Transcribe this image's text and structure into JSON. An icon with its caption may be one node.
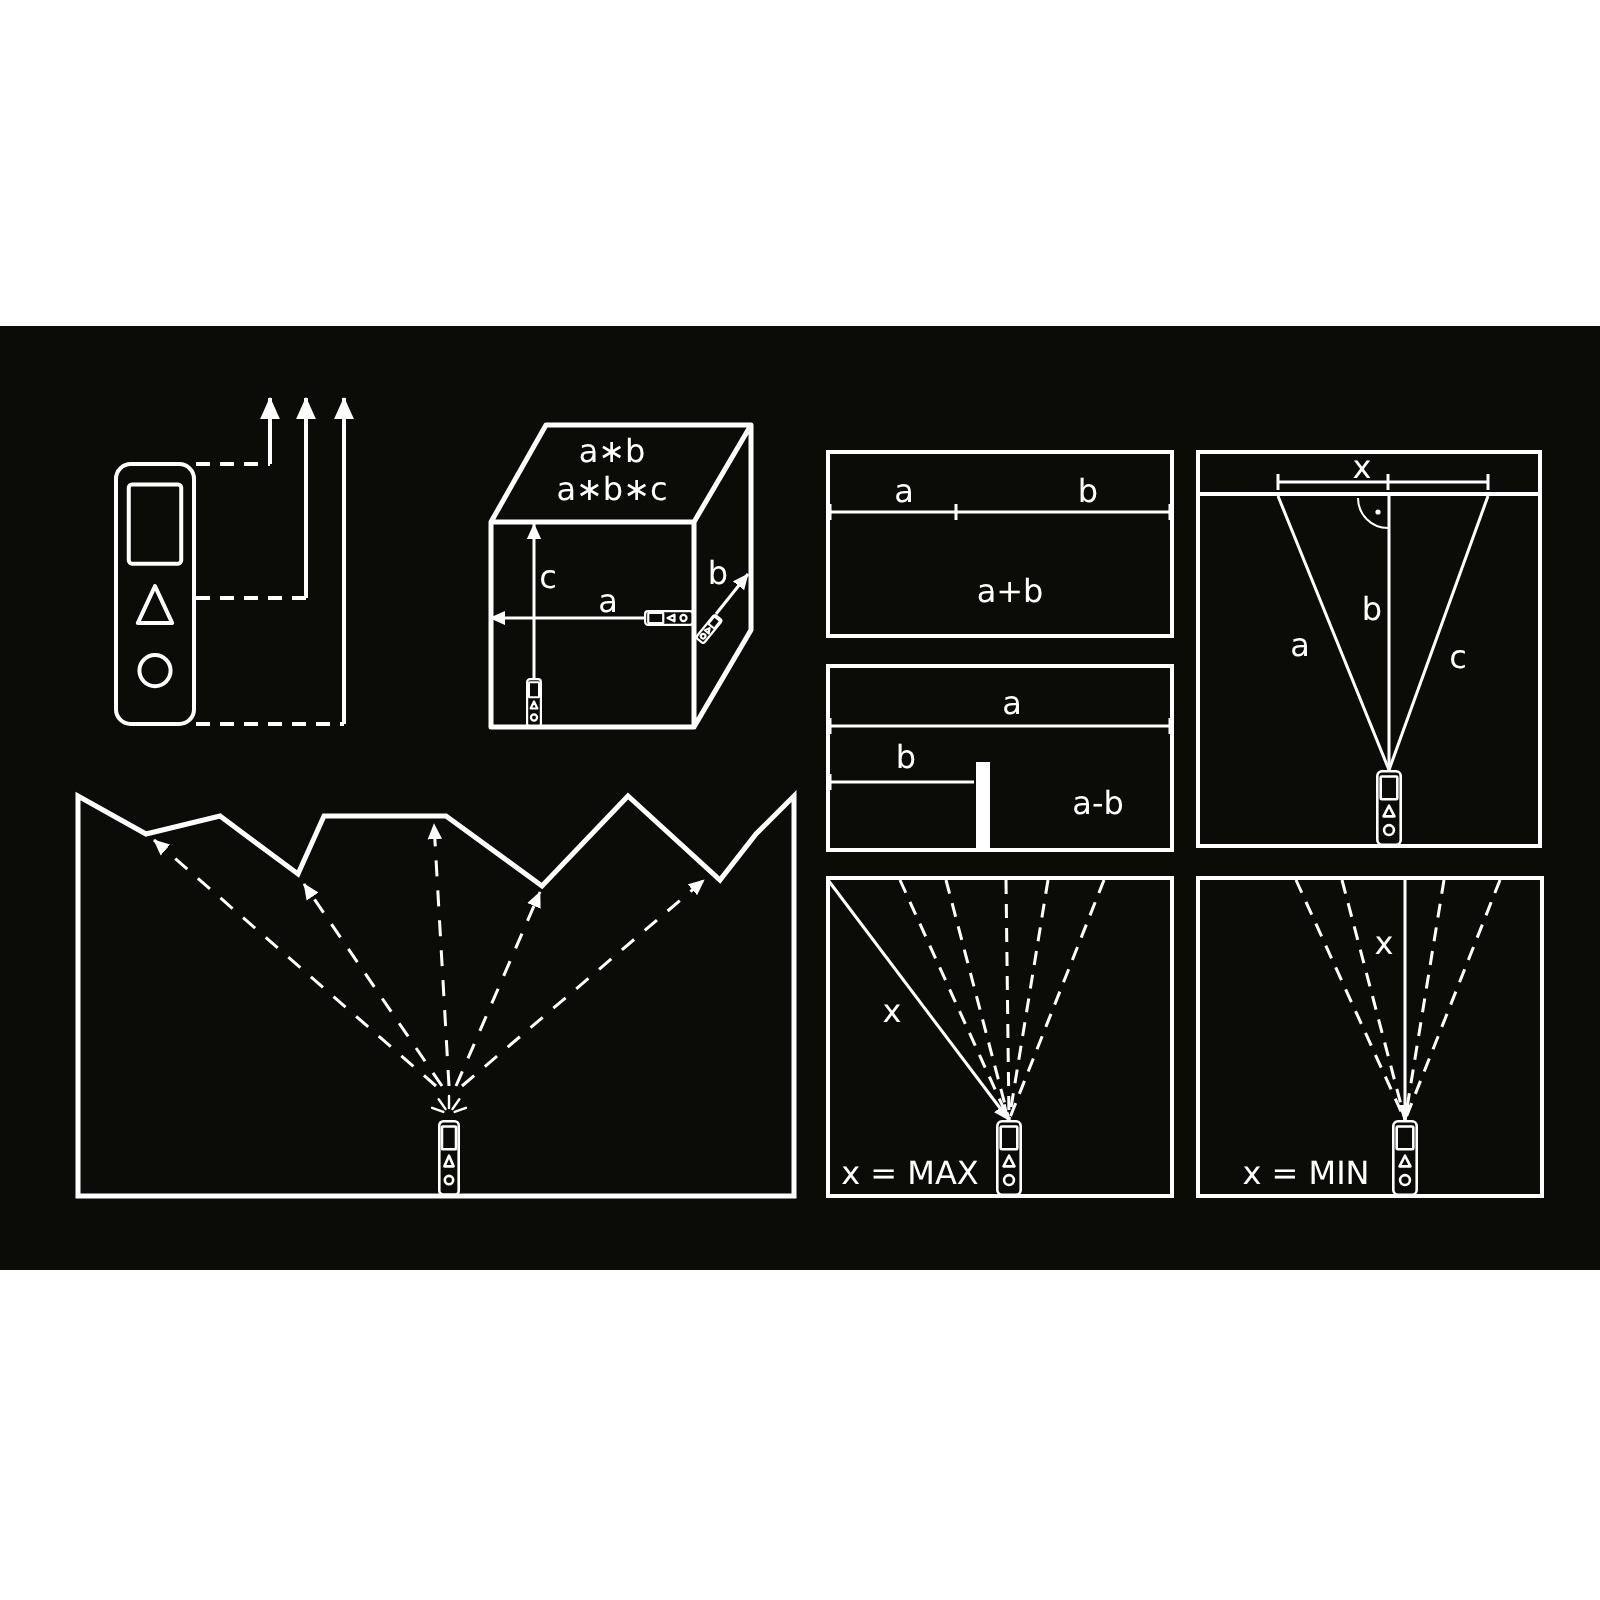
{
  "diagram": {
    "nodes": [
      {
        "text": [],
        "shape": "picture"
      },
      {
        "text": [
          "a∗b",
          "a∗b∗c"
        ]
      },
      {
        "text": [],
        "shape": "picture",
        "in": 1
      },
      {
        "text": [],
        "shape": "picture",
        "in": 1
      },
      {
        "text": [],
        "shape": "picture",
        "in": 1
      },
      {
        "text": [
          "a",
          "b",
          "a+b"
        ]
      },
      {
        "text": [],
        "shape": "box"
      },
      {
        "text": [
          "x"
        ],
        "in": 6
      },
      {
        "text": [],
        "shape": "picture",
        "in": 6
      },
      {
        "text": [
          "a",
          "b",
          "a-b"
        ]
      },
      {
        "text": [],
        "shape": "picture"
      },
      {
        "text": [
          "x = MAX"
        ]
      },
      {
        "text": [],
        "shape": "picture",
        "in": 11
      },
      {
        "text": [
          "x = MIN"
        ]
      },
      {
        "text": [],
        "shape": "picture",
        "in": 13
      }
    ],
    "edges": [
      {
        "from": 0,
        "to": null,
        "arrow": "to",
        "style": "dashed"
      },
      {
        "from": 0,
        "to": null,
        "arrow": "to",
        "style": "dashed"
      },
      {
        "from": 0,
        "to": null,
        "arrow": "to",
        "style": "dashed"
      },
      {
        "from": 2,
        "to": null,
        "arrow": "to",
        "label": "c"
      },
      {
        "from": 3,
        "to": null,
        "arrow": "to",
        "label": "a"
      },
      {
        "from": 4,
        "to": null,
        "arrow": "to",
        "label": "b"
      },
      {
        "from": 8,
        "to": 7,
        "arrow": "none",
        "label": "a"
      },
      {
        "from": 8,
        "to": 7,
        "arrow": "none",
        "label": "b"
      },
      {
        "from": 8,
        "to": 7,
        "arrow": "none",
        "label": "c"
      },
      {
        "from": 10,
        "to": null,
        "arrow": "to",
        "style": "dashed"
      },
      {
        "from": 10,
        "to": null,
        "arrow": "to",
        "style": "dashed"
      },
      {
        "from": 10,
        "to": null,
        "arrow": "to",
        "style": "dashed"
      },
      {
        "from": 10,
        "to": null,
        "arrow": "to",
        "style": "dashed"
      },
      {
        "from": 10,
        "to": null,
        "arrow": "to",
        "style": "dashed"
      },
      {
        "from": null,
        "to": 12,
        "arrow": "to",
        "label": "x"
      },
      {
        "from": null,
        "to": 12,
        "arrow": "none",
        "style": "dashed"
      },
      {
        "from": null,
        "to": 12,
        "arrow": "none",
        "style": "dashed"
      },
      {
        "from": null,
        "to": 12,
        "arrow": "none",
        "style": "dashed"
      },
      {
        "from": null,
        "to": 12,
        "arrow": "none",
        "style": "dashed"
      },
      {
        "from": null,
        "to": 12,
        "arrow": "none",
        "style": "dashed"
      },
      {
        "from": null,
        "to": 14,
        "arrow": "to",
        "label": "x"
      },
      {
        "from": null,
        "to": 14,
        "arrow": "none",
        "style": "dashed"
      },
      {
        "from": null,
        "to": 14,
        "arrow": "none",
        "style": "dashed"
      },
      {
        "from": null,
        "to": 14,
        "arrow": "none",
        "style": "dashed"
      },
      {
        "from": null,
        "to": 14,
        "arrow": "none",
        "style": "dashed"
      }
    ]
  }
}
